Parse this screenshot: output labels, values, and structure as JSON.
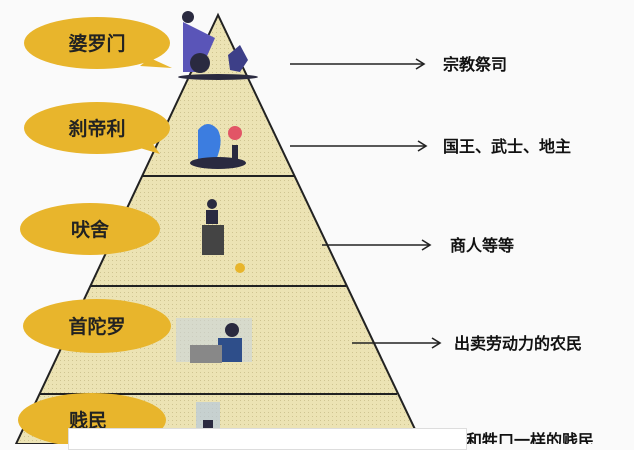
{
  "tiers": [
    {
      "name": "婆罗门",
      "desc": "宗教祭司"
    },
    {
      "name": "刹帝利",
      "desc": "国王、武士、地主"
    },
    {
      "name": "吠舍",
      "desc": "商人等等"
    },
    {
      "name": "首陀罗",
      "desc": "出卖劳动力的农民"
    },
    {
      "name": "贱民",
      "desc": "和牲口一样的贱民"
    }
  ],
  "colors": {
    "label_fill": "#e8b52c",
    "pyramid_fill": "#ece3b4",
    "line": "#222222"
  }
}
